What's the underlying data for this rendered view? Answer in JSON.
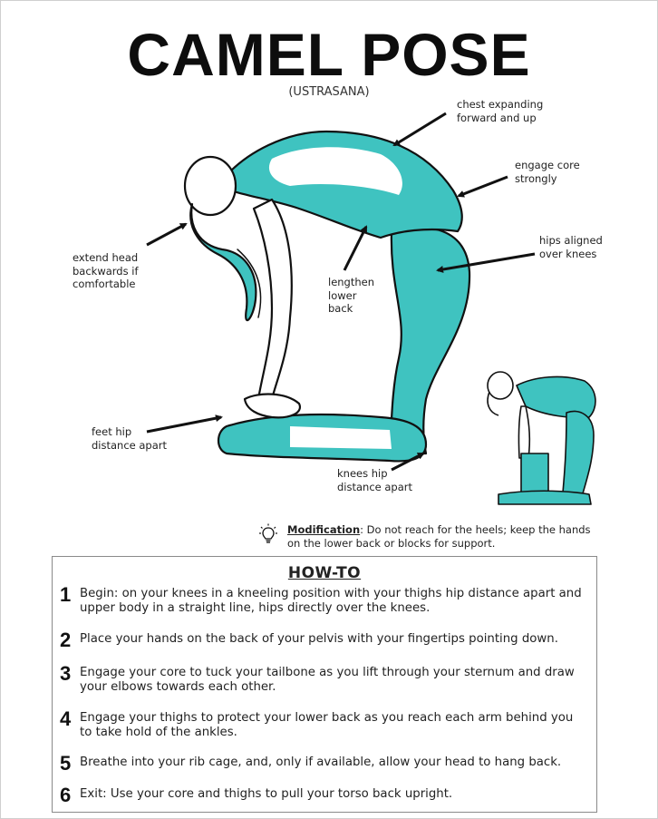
{
  "header": {
    "title": "CAMEL POSE",
    "subtitle": "(USTRASANA)"
  },
  "colors": {
    "accent": "#3fc3c0",
    "ink": "#111111",
    "text": "#222222"
  },
  "annotations": {
    "chest": "chest expanding\nforward and up",
    "core": "engage core\nstrongly",
    "hips": "hips aligned\nover knees",
    "head": "extend head\nbackwards if\ncomfortable",
    "lower_back": "lengthen\nlower\nback",
    "feet": "feet hip\ndistance apart",
    "knees": "knees hip\ndistance apart"
  },
  "modification": {
    "icon": "lightbulb-icon",
    "title": "Modification",
    "text": ": Do not reach for the heels; keep the hands on the lower back or blocks for support."
  },
  "howto": {
    "title": "HOW-TO",
    "steps": [
      {
        "num": "1",
        "text": "Begin: on your knees in a kneeling position with your thighs hip distance apart and upper body in a straight line, hips directly over the knees."
      },
      {
        "num": "2",
        "text": "Place your hands on the back of your pelvis with your fingertips pointing down."
      },
      {
        "num": "3",
        "text": "Engage your core to tuck your tailbone as you lift through your sternum and draw your elbows towards each other."
      },
      {
        "num": "4",
        "text": "Engage your thighs to protect your lower back as you reach each arm behind you to take hold of the ankles."
      },
      {
        "num": "5",
        "text": "Breathe into your rib cage, and, only if available, allow your head to hang back."
      },
      {
        "num": "6",
        "text": "Exit: Use your core and thighs to pull your torso back upright."
      }
    ]
  }
}
